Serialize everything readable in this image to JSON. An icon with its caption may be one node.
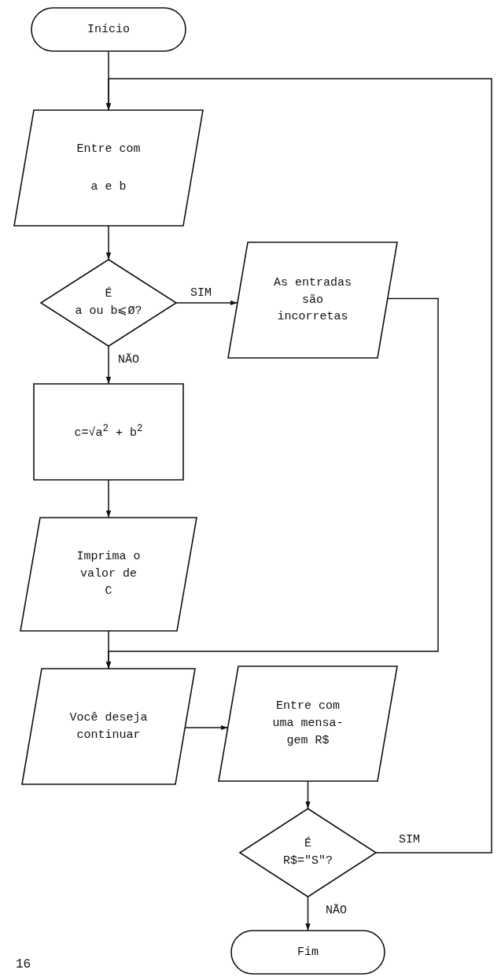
{
  "diagram": {
    "nodes": [
      {
        "text": [
          "Início"
        ]
      },
      {
        "text": [
          "Entre com",
          "a e b"
        ]
      },
      {
        "text": [
          "É",
          "a ou b⩽Ø?"
        ]
      },
      {
        "text": [
          "As entradas são incorretas"
        ]
      },
      {
        "text": [
          "c=√a$^{2}$ + b$^{2}$"
        ]
      },
      {
        "text": [
          "Imprima o valor de C"
        ]
      },
      {
        "text": [
          "Você deseja continuar"
        ]
      },
      {
        "text": [
          "Entre com uma mensa- gem R$"
        ]
      },
      {
        "text": [
          "É",
          "R$=\"S\"?"
        ]
      },
      {
        "text": [
          "Fim"
        ]
      }
    ],
    "edges": [
      {
        "from": 0,
        "to": 1,
        "arrow": "to"
      },
      {
        "from": 8,
        "to": 1,
        "arrow": "to",
        "label": "SIM"
      },
      {
        "from": 1,
        "to": 2,
        "arrow": "to"
      },
      {
        "from": 2,
        "to": 3,
        "arrow": "to",
        "label": "SIM"
      },
      {
        "from": 2,
        "to": 4,
        "arrow": "to",
        "label": "NÃO"
      },
      {
        "from": 3,
        "to": 6,
        "arrow": "to"
      },
      {
        "from": 4,
        "to": 5,
        "arrow": "to"
      },
      {
        "from": 5,
        "to": 6,
        "arrow": "to"
      },
      {
        "from": 6,
        "to": 7,
        "arrow": "to"
      },
      {
        "from": 7,
        "to": 8,
        "arrow": "to"
      },
      {
        "from": 8,
        "to": 9,
        "arrow": "to",
        "label": "NÃO"
      }
    ],
    "labels": [
      "16"
    ]
  }
}
